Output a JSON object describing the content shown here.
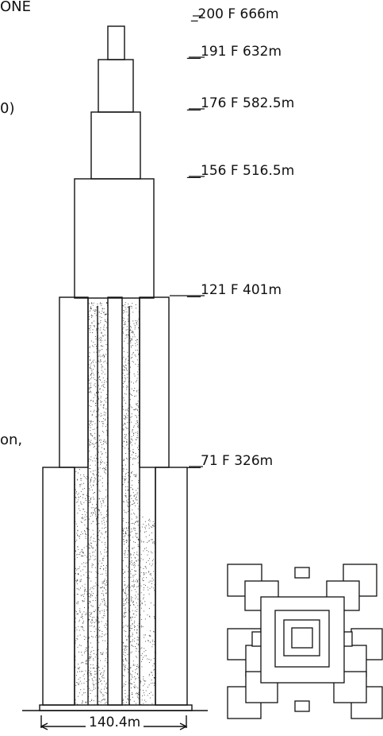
{
  "fragments": {
    "top_left": "ONE",
    "mid_left": "0)",
    "lower_left": "on,"
  },
  "levels": [
    {
      "text": "_200 F 666m"
    },
    {
      "text": "__191 F 632m"
    },
    {
      "text": "__176 F 582.5m"
    },
    {
      "text": "__156 F 516.5m"
    },
    {
      "text": "__121 F 401m"
    },
    {
      "text": "__71 F 326m"
    }
  ],
  "dimension": {
    "base_width": "140.4m"
  },
  "colors": {
    "line": "#111111",
    "stipple": "#333333",
    "background": "#ffffff"
  }
}
